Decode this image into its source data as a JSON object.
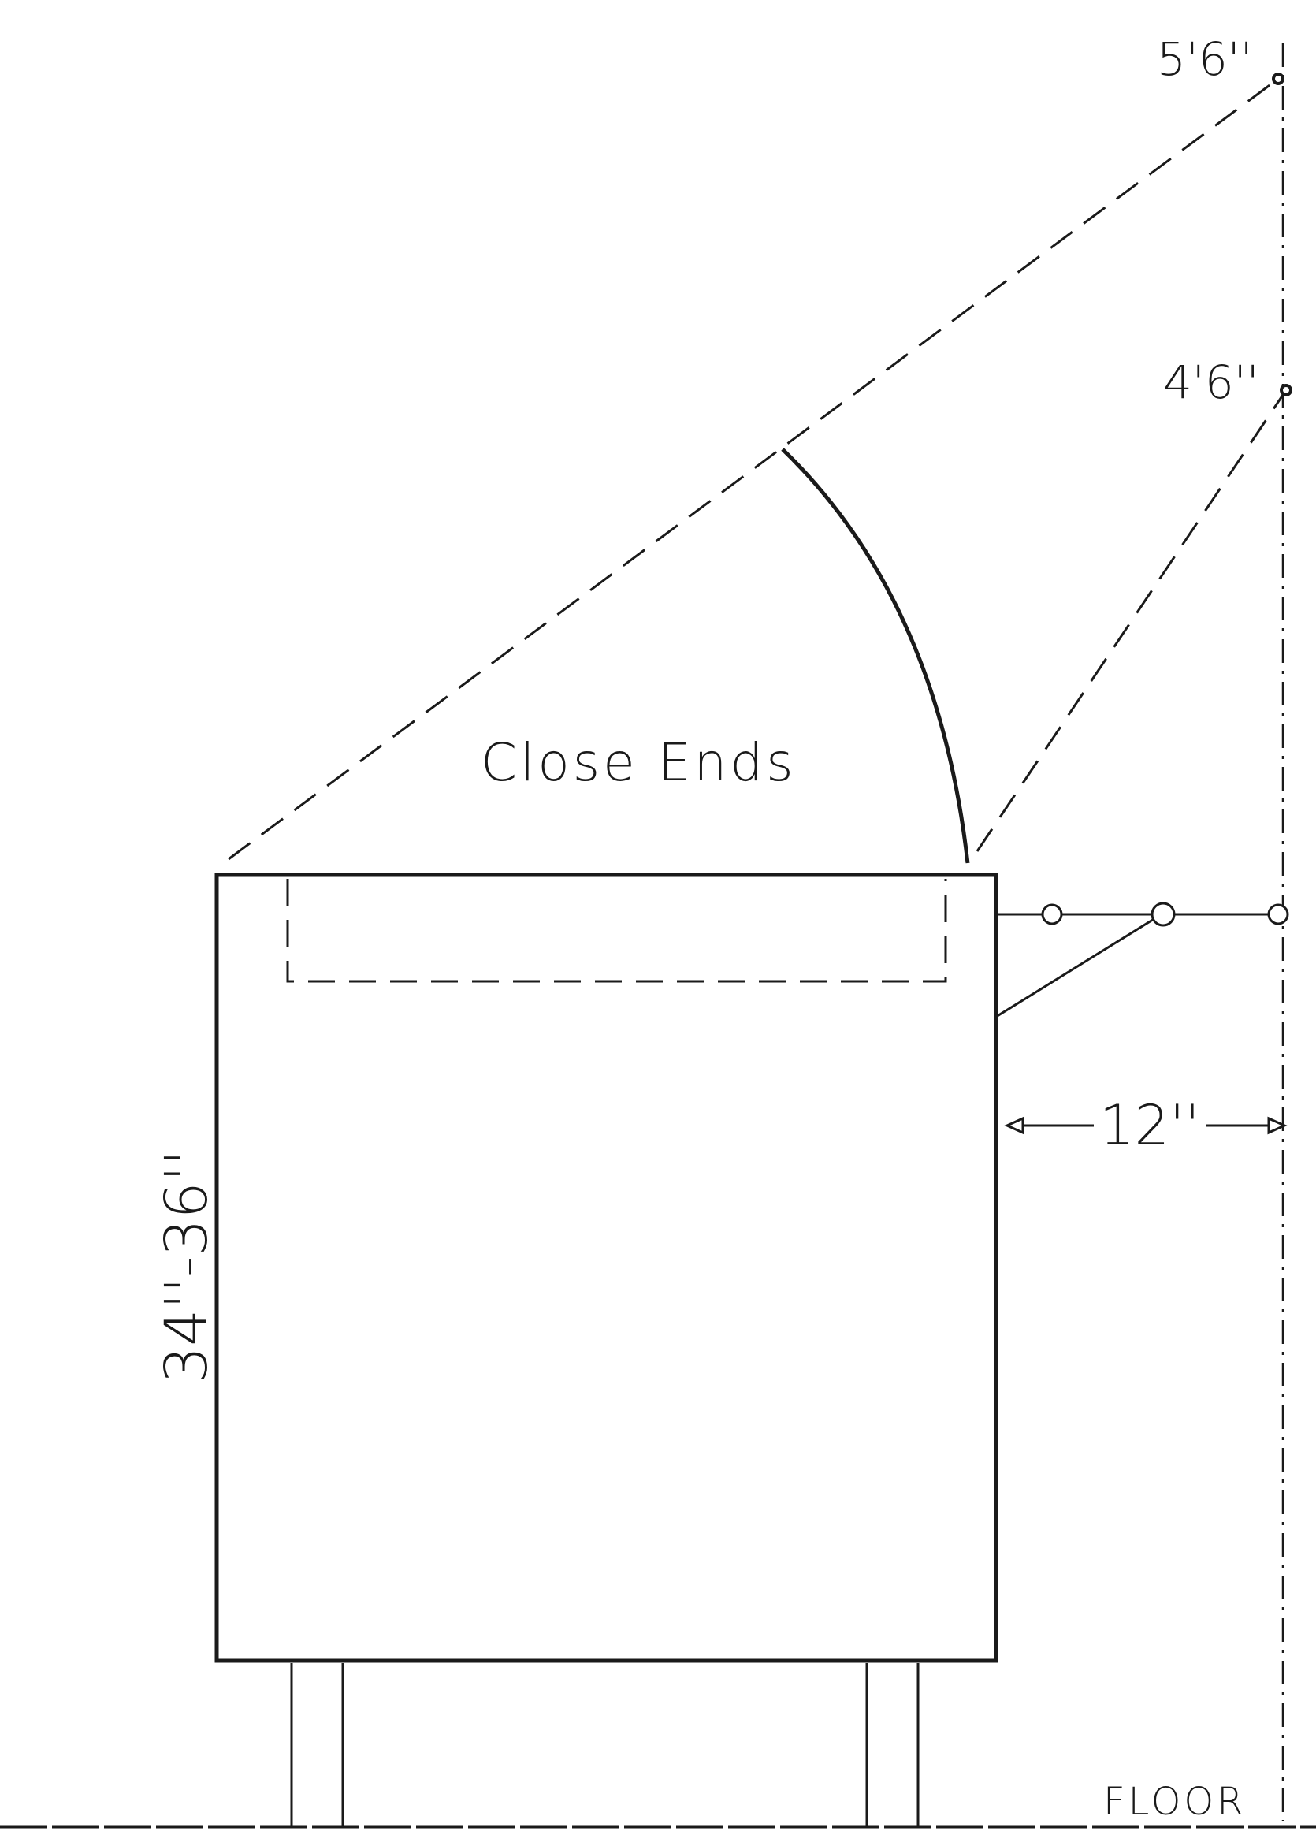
{
  "labels": {
    "height_upper": "5'6''",
    "height_lower": "4'6''",
    "center_text": "Close Ends",
    "depth": "12''",
    "counter_height": "34''-36''",
    "floor": "FLOOR"
  },
  "colors": {
    "ink": "#1a1a1a",
    "paper": "#ffffff"
  }
}
